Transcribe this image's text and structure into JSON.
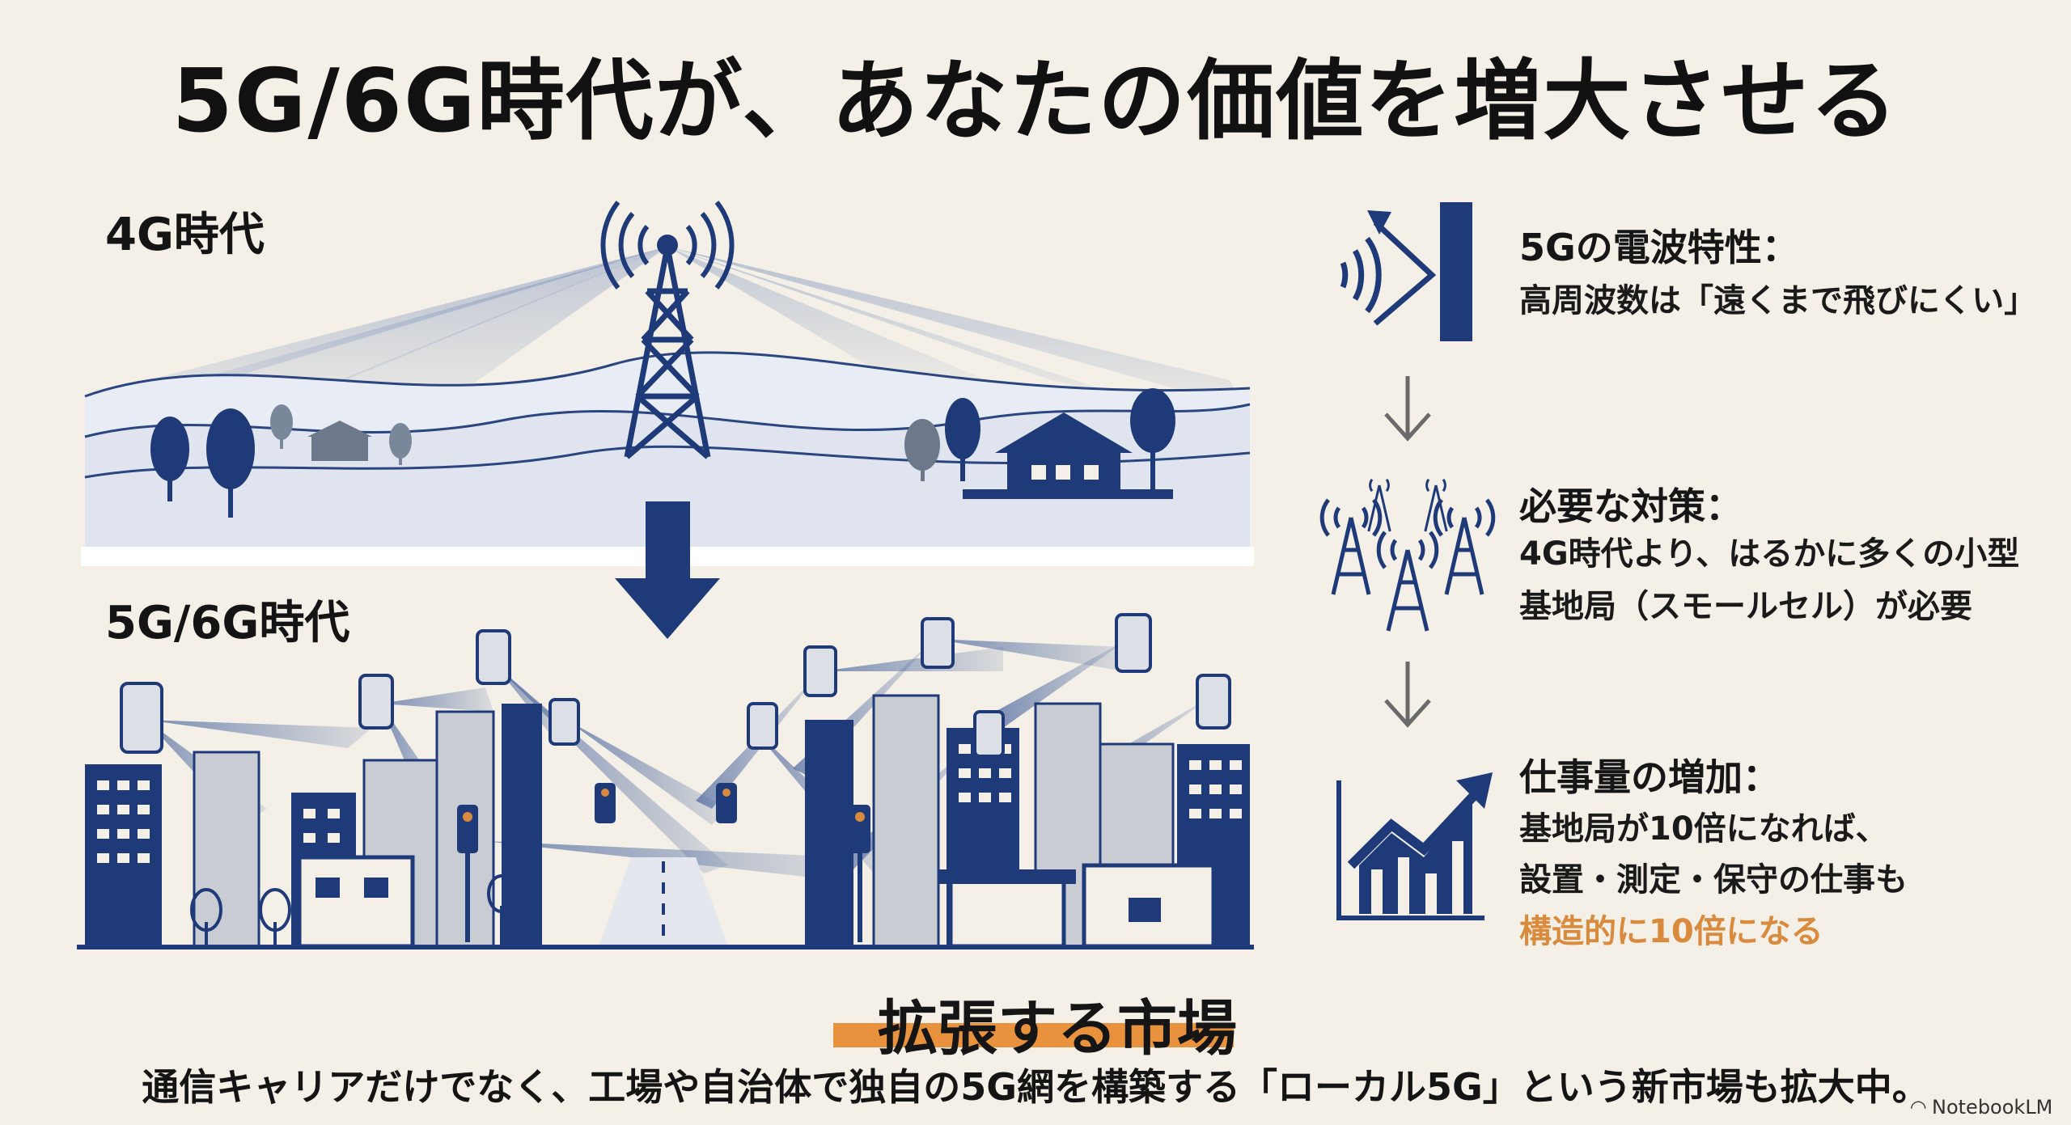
{
  "title": "5G/6G時代が、あなたの価値を増大させる",
  "eras": {
    "old_label": "4G時代",
    "new_label": "5G/6G時代"
  },
  "flow": [
    {
      "id": "wave",
      "icon": "signal-reflection-icon",
      "heading": "5Gの電波特性：",
      "lines": [
        "高周波数は「遠くまで飛びにくい」"
      ]
    },
    {
      "id": "measure",
      "icon": "small-cell-towers-icon",
      "heading": "必要な対策：",
      "lines": [
        "4G時代より、はるかに多くの小型",
        "基地局（スモールセル）が必要"
      ]
    },
    {
      "id": "work",
      "icon": "rising-chart-icon",
      "heading": "仕事量の増加：",
      "lines": [
        "基地局が10倍になれば、",
        "設置・測定・保守の仕事も"
      ],
      "highlight": "構造的に10倍になる"
    }
  ],
  "market": {
    "title": "拡張する市場",
    "description": "通信キャリアだけでなく、工場や自治体で独自の5G網を構築する「ローカル5G」という新市場も拡大中。"
  },
  "brand": "NotebookLM",
  "colors": {
    "navy": "#1f3a78",
    "accent_orange": "#e8923e",
    "background": "#f4f0e7"
  }
}
